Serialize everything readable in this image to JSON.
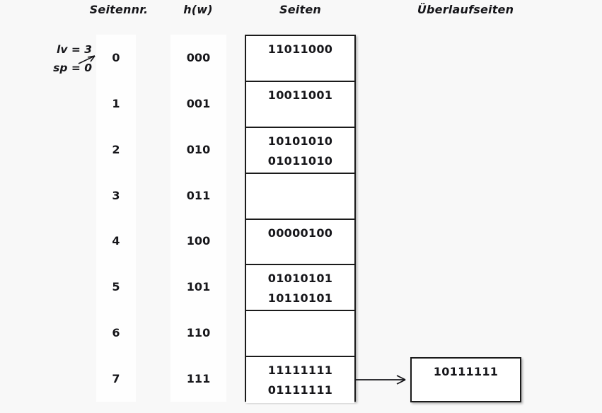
{
  "headers": {
    "seitennr": "Seitennr.",
    "hw": "h(w)",
    "seiten": "Seiten",
    "ueberlaufseiten": "Überlaufseiten"
  },
  "params": {
    "lv": "lv = 3",
    "sp": "sp = 0"
  },
  "colors": {
    "background": "#f8f8f8",
    "strip": "#fefefe",
    "box_fill": "#ffffff",
    "border": "#1b1b1b",
    "text": "#16161a"
  },
  "rows": [
    {
      "seitennr": "0",
      "hw": "000",
      "records": [
        "11011000"
      ]
    },
    {
      "seitennr": "1",
      "hw": "001",
      "records": [
        "10011001"
      ]
    },
    {
      "seitennr": "2",
      "hw": "010",
      "records": [
        "10101010",
        "01011010"
      ]
    },
    {
      "seitennr": "3",
      "hw": "011",
      "records": []
    },
    {
      "seitennr": "4",
      "hw": "100",
      "records": [
        "00000100"
      ]
    },
    {
      "seitennr": "5",
      "hw": "101",
      "records": [
        "01010101",
        "10110101"
      ]
    },
    {
      "seitennr": "6",
      "hw": "110",
      "records": []
    },
    {
      "seitennr": "7",
      "hw": "111",
      "records": [
        "11111111",
        "01111111"
      ]
    }
  ],
  "overflow": {
    "source_row_index": 7,
    "records": [
      "10111111"
    ]
  }
}
